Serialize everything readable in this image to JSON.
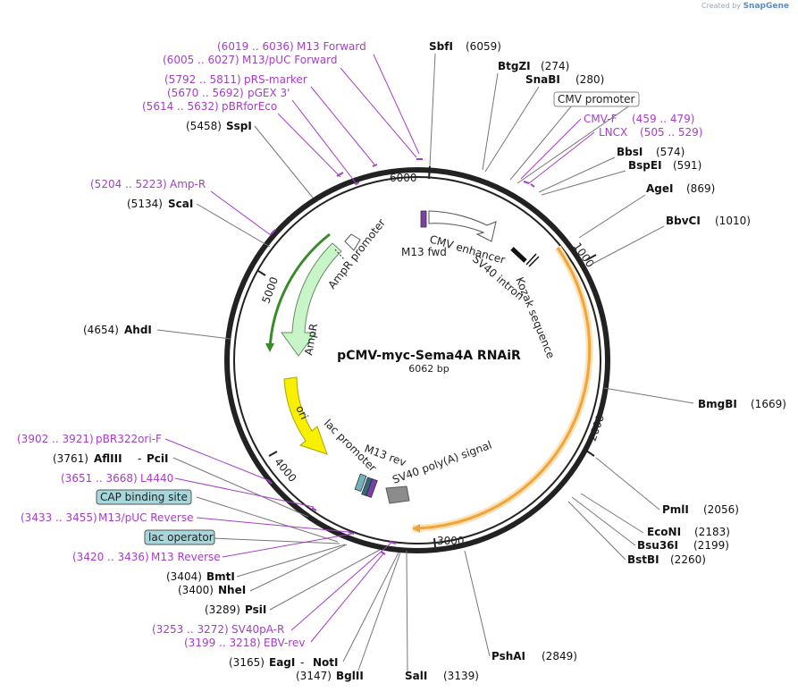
{
  "credit": {
    "created_by": "Created by",
    "brand": "SnapGene"
  },
  "plasmid": {
    "name": "pCMV-myc-Sema4A RNAiR",
    "size": "6062 bp"
  },
  "ticks": [
    "6000",
    "1000",
    "2000",
    "3000",
    "4000",
    "5000"
  ],
  "features": {
    "cmv_enhancer": "CMV enhancer",
    "m13_fwd": "M13 fwd",
    "sv40_intron": "SV40 intron",
    "kozak": "Kozak sequence",
    "ampr_promoter": "AmpR promoter",
    "ampr": "AmpR",
    "ori": "ori",
    "lac_promoter": "lac promoter",
    "m13_rev": "M13 rev",
    "sv40_polya": "SV40 poly(A) signal"
  },
  "sites": {
    "SbfI": {
      "name": "SbfI",
      "pos": "(6059)"
    },
    "BtgZI": {
      "name": "BtgZI",
      "pos": "(274)"
    },
    "SnaBI": {
      "name": "SnaBI",
      "pos": "(280)"
    },
    "BbsI": {
      "name": "BbsI",
      "pos": "(574)"
    },
    "BspEI": {
      "name": "BspEI",
      "pos": "(591)"
    },
    "AgeI": {
      "name": "AgeI",
      "pos": "(869)"
    },
    "BbvCI": {
      "name": "BbvCI",
      "pos": "(1010)"
    },
    "BmgBI": {
      "name": "BmgBI",
      "pos": "(1669)"
    },
    "PmlI": {
      "name": "PmlI",
      "pos": "(2056)"
    },
    "EcoNI": {
      "name": "EcoNI",
      "pos": "(2183)"
    },
    "Bsu36I": {
      "name": "Bsu36I",
      "pos": "(2199)"
    },
    "BstBI": {
      "name": "BstBI",
      "pos": "(2260)"
    },
    "PshAI": {
      "name": "PshAI",
      "pos": "(2849)"
    },
    "SalI": {
      "name": "SalI",
      "pos": "(3139)"
    },
    "BglII": {
      "name": "BglII",
      "pos": "(3147)"
    },
    "EagI": {
      "name": "EagI",
      "pos": "(3165)"
    },
    "NotI": {
      "name": "NotI"
    },
    "PsiI": {
      "name": "PsiI",
      "pos": "(3289)"
    },
    "NheI": {
      "name": "NheI",
      "pos": "(3400)"
    },
    "BmtI": {
      "name": "BmtI",
      "pos": "(3404)"
    },
    "AflIII": {
      "name": "AflIII",
      "pos": "(3761)"
    },
    "PciI": {
      "name": "PciI"
    },
    "AhdI": {
      "name": "AhdI",
      "pos": "(4654)"
    },
    "ScaI": {
      "name": "ScaI",
      "pos": "(5134)"
    },
    "SspI": {
      "name": "SspI",
      "pos": "(5458)"
    }
  },
  "primers": {
    "m13_forward": {
      "range": "(6019 .. 6036)",
      "name": "M13 Forward"
    },
    "m13_puc_forward": {
      "range": "(6005 .. 6027)",
      "name": "M13/pUC Forward"
    },
    "prs_marker": {
      "range": "(5792 .. 5811)",
      "name": "pRS-marker"
    },
    "pgex3": {
      "range": "(5670 .. 5692)",
      "name": "pGEX 3'"
    },
    "pbrforeco": {
      "range": "(5614 .. 5632)",
      "name": "pBRforEco"
    },
    "amp_r": {
      "range": "(5204 .. 5223)",
      "name": "Amp-R"
    },
    "cmv_f": {
      "name": "CMV-F",
      "range": "(459 .. 479)"
    },
    "lncx": {
      "name": "LNCX",
      "range": "(505 .. 529)"
    },
    "pbr322ori_f": {
      "range": "(3902 .. 3921)",
      "name": "pBR322ori-F"
    },
    "l4440": {
      "range": "(3651 .. 3668)",
      "name": "L4440"
    },
    "m13_puc_reverse": {
      "range": "(3433 .. 3455)",
      "name": "M13/pUC Reverse"
    },
    "m13_reverse": {
      "range": "(3420 .. 3436)",
      "name": "M13 Reverse"
    },
    "sv40pa_r": {
      "range": "(3253 .. 3272)",
      "name": "SV40pA-R"
    },
    "ebv_rev": {
      "range": "(3199 .. 3218)",
      "name": "EBV-rev"
    }
  },
  "boxed": {
    "cmv_promoter": "CMV promoter",
    "cap_binding_site": "CAP binding site",
    "lac_operator": "lac operator"
  },
  "colors": {
    "backbone": "#222222",
    "primer": "#a53ec9",
    "orange_feature": "#f2a33a",
    "orange_glow": "#fbe3b7",
    "ampr_fill": "#c8f5c8",
    "ampr_edge": "#3a8a2a",
    "ori_fill": "#f9f000",
    "box_fill": "#a7d6db"
  }
}
